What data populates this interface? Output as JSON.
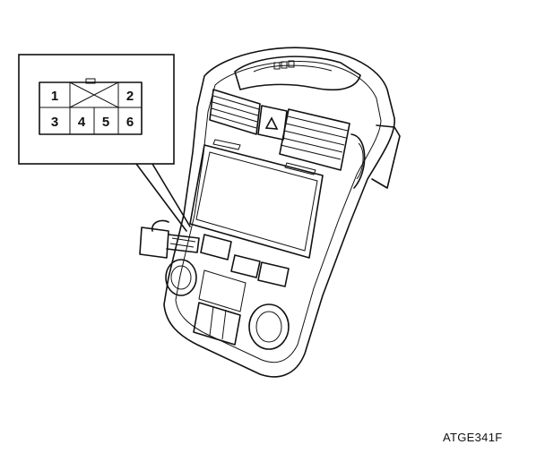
{
  "connector": {
    "pins": [
      "1",
      "2",
      "3",
      "4",
      "5",
      "6"
    ]
  },
  "figure_code": "ATGE341F"
}
